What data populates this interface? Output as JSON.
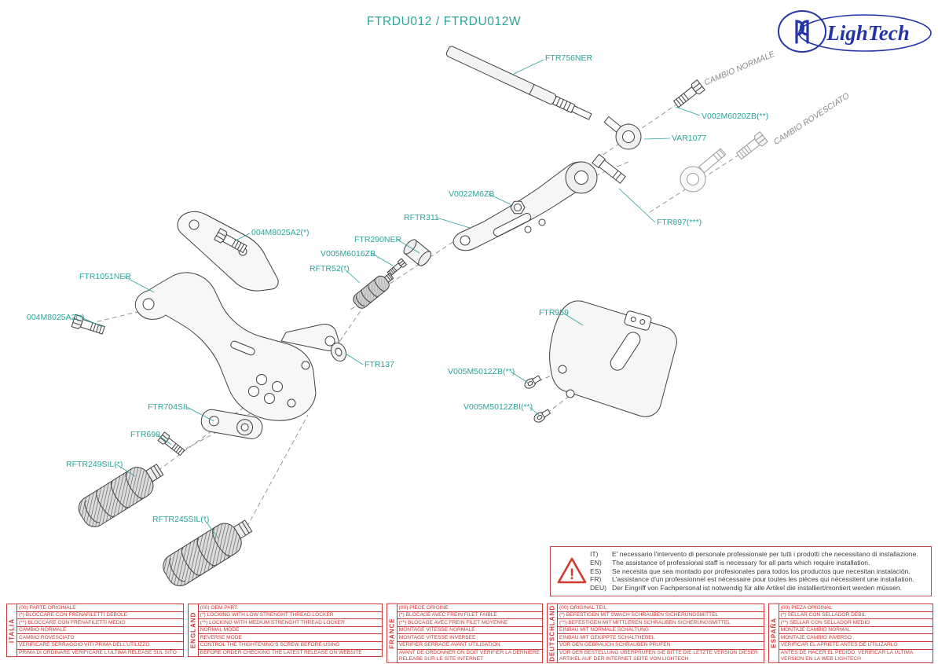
{
  "title": "FTRDU012 / FTRDU012W",
  "logo": {
    "name": "LighTech"
  },
  "diagram": {
    "annotations": [
      {
        "text": "CAMBIO NORMALE"
      },
      {
        "text": "CAMBIO ROVESCIATO"
      }
    ],
    "part_labels": [
      "FTR756NER",
      "V002M6020ZB(**)",
      "VAR1077",
      "V0022M6ZB",
      "RFTR311",
      "FTR290NER",
      "V005M6016ZB",
      "RFTR52(*)",
      "FTR897(***)",
      "004M8025A2(*)",
      "FTR1051NER",
      "004M8025A2(*)",
      "FTR137",
      "FTR959",
      "V005M5012ZB(**)",
      "V005M5012ZBI(**)",
      "FTR704SIL",
      "FTR690",
      "RFTR249SIL(*)",
      "RFTR245SIL(*)"
    ]
  },
  "warning": {
    "icon_glyph": "!",
    "lines": [
      {
        "code": "IT)",
        "text": "E' necessario l'intervento di personale professionale per tutti i prodotti che necessitano di installazione."
      },
      {
        "code": "EN)",
        "text": "The assistance of professional staff is necessary for all parts which require installation."
      },
      {
        "code": "ES)",
        "text": "Se necesita que sea montado por profesionales para todos los productos que necesitan instalación."
      },
      {
        "code": "FR)",
        "text": "L'assistance d'un professionnel est nécessaire pour toutes les pièces qui nécessitent une installation."
      },
      {
        "code": "DEU)",
        "text": "Der Eingriff von Fachpersonal ist notwendig  für alle Artikel die installiert/montiert werden müssen."
      }
    ]
  },
  "tables": [
    {
      "country": "ITALIA",
      "rows": [
        "(00) PARTE ORIGINALE",
        "(*)  BLOCCARE CON FRENAFILETTI DEBOLE",
        "(**) BLOCCARE CON FRENAFILETTI MEDIO",
        "CAMBIO NORMALE",
        "CAMBIO ROVESCIATO",
        "VERIFICARE SERRAGGIO VITI PRIMA DELL'UTILIZZO",
        "PRIMA DI ORDINARE VERIFICARE L'ULTIMA RELEASE SUL SITO"
      ]
    },
    {
      "country": "ENGLAND",
      "rows": [
        "(00) OEM PART",
        "(*)  LOCKING WITH LOW STRENGHT THREAD LOCKER",
        "(**) LOCKING WITH MEDIUM STRENGHT THREAD LOCKER",
        "NORMAL MODE",
        "REVERSE MODE",
        "CONTROL THE THIGHTENING'S SCREW BEFORE USING",
        "BEFORE ORDER CHECKING THE LATEST RELEASE ON WEBSITE"
      ]
    },
    {
      "country": "FRANCE",
      "rows": [
        "(00) PIECE ORIGINE",
        "(*)  BLOCAGE AVEC FREIN FILET FAIBLE",
        "(**) BLOCAGE AVEC FREIN FILET MOYENNE",
        "MONTAGE VITESSE NORMALE",
        "MONTAGE VITESSE INVERSEE",
        "VERIFIER SERRAGE AVANT UTILISATION",
        "AVANT DE ORDONNER ON DOIT VÉRIFIER LA DERNIERE RELEASE SUR LE SITE INTERNET"
      ]
    },
    {
      "country": "DEUTSCHLAND",
      "rows": [
        "(00) ORIGINAL TEIL",
        "(*)  BEFESTIGEN MIT SWACH SCHRAUBEN SICHERUNGSMITTEL",
        "(**) BEFESTIGEN MIT MITTLEREN SCHRAUBEN SICHERUNGSMITTEL",
        "EINBAU MIT NORMALE SCHALTUNG",
        "EINBAU MIT GEKIPPTE SCHALTHEBEL",
        "VOR DEN GEBRAUCH SCHRAUBEN PRÜFEN",
        "VOR DER BESTELLUNG ÜBERPRÜFEN SIE BITTE DIE LETZTE VERSION DIESER ARTIKEL AUF DER INTERNET SEITE VON LIGHTECH"
      ]
    },
    {
      "country": "ESPAÑA",
      "rows": [
        "(00) PIEZA ORIGINAL",
        "(*)  SELLAR CON SELLADOR DEBIL",
        "(**) SELLAR CON SELLADOR MEDIO",
        "MONTAJE  CAMBIO NORMAL",
        "MONTAJE CAMBIO INVERSO",
        "VERIFICAR EL APRIETE ANTES DE UTILIZARLO",
        "ANTES DE HACER EL PEDIDO, VERIFICAR LA ULTIMA VERSION EN LA WEB LIGHTECH"
      ]
    }
  ]
}
